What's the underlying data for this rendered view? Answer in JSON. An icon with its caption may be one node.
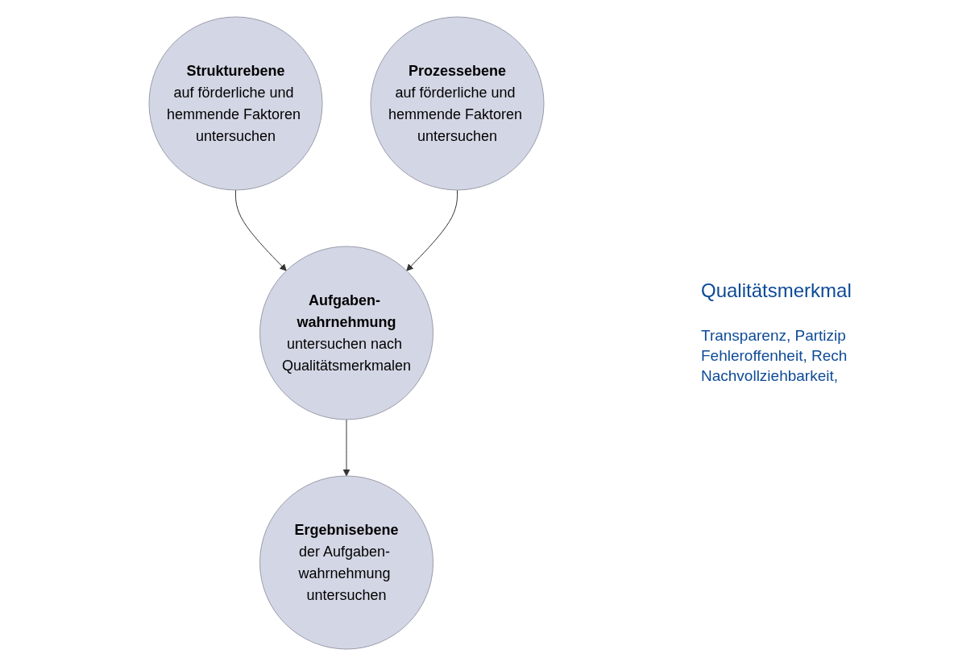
{
  "diagram": {
    "nodes": [
      {
        "text": [
          "Strukturebene",
          "auf förderliche und hemmende Faktoren untersuchen"
        ]
      },
      {
        "text": [
          "Aufgaben- wahrnehmung",
          "untersuchen nach Qualitätsmerkmalen"
        ]
      },
      {
        "text": [
          "Prozessebene",
          "auf förderliche und hemmende Faktoren untersuchen"
        ]
      },
      {
        "text": [
          "Ergebnisebene",
          "der Aufgaben- wahrnehmung untersuchen"
        ]
      }
    ],
    "edges": [
      {
        "from": 0,
        "to": 1,
        "arrow": "to"
      },
      {
        "from": 2,
        "to": 1,
        "arrow": "to"
      },
      {
        "from": 1,
        "to": 3,
        "arrow": "to"
      }
    ],
    "labels": [
      "Qualitätsmerkmal",
      "Transparenz, Partizip Fehleroffenheit, Rech Nachvollziehbarkeit,"
    ]
  }
}
